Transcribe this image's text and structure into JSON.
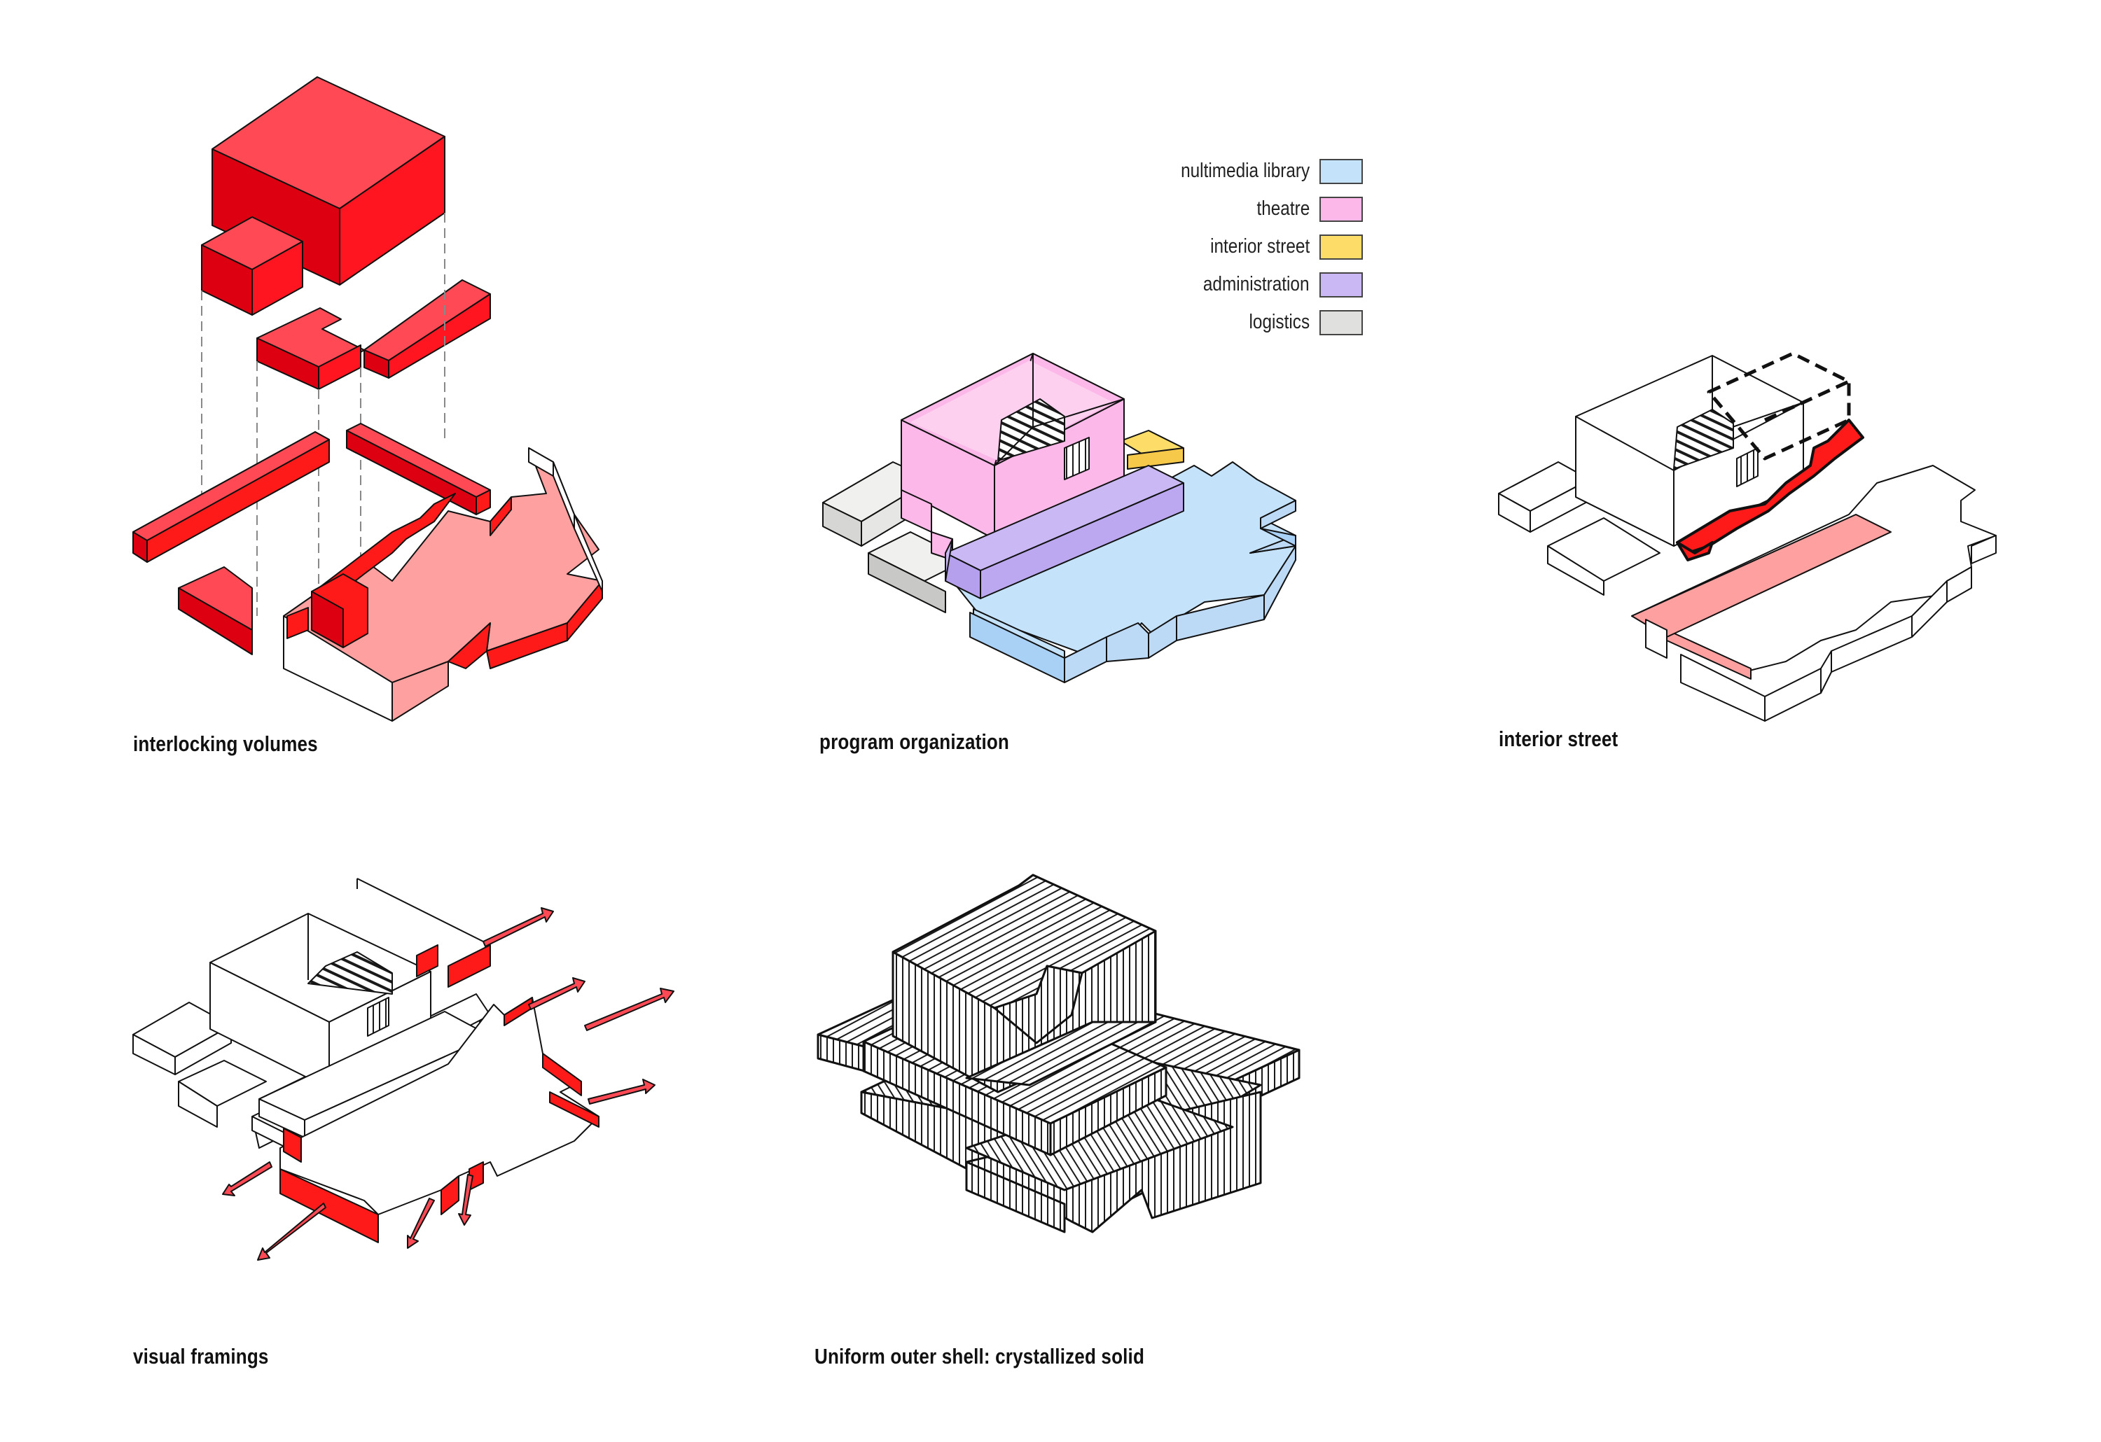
{
  "panels": [
    {
      "caption": "interlocking volumes"
    },
    {
      "caption": "program organization"
    },
    {
      "caption": "interior street"
    },
    {
      "caption": "visual framings"
    },
    {
      "caption": "Uniform outer shell: crystallized solid"
    }
  ],
  "legend": [
    {
      "label": "nultimedia library",
      "color": "#c5e2fb"
    },
    {
      "label": "theatre",
      "color": "#fbb8e8"
    },
    {
      "label": "interior street",
      "color": "#fddd68"
    },
    {
      "label": "administration",
      "color": "#c9b8f4"
    },
    {
      "label": "logistics",
      "color": "#e0e0de"
    }
  ],
  "colors": {
    "accent_red": "#ff1a1a",
    "light_red": "#ffa0a0",
    "line": "#1a1a1a"
  }
}
